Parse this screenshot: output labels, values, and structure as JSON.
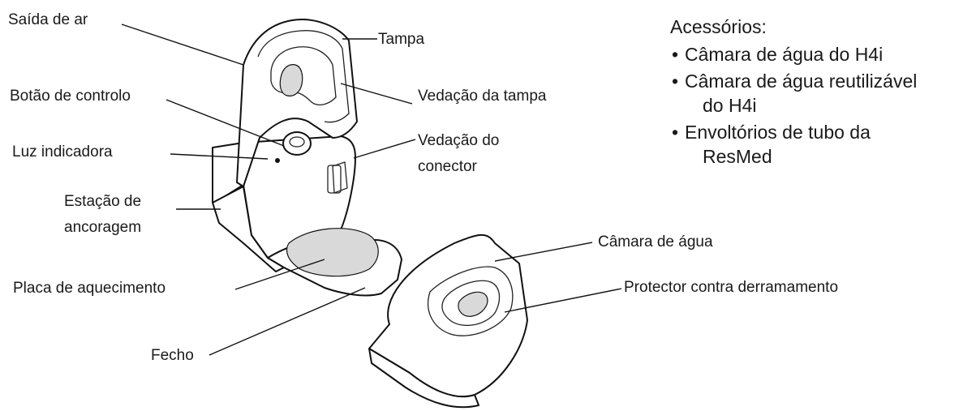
{
  "labels": {
    "saida_de_ar": "Saída de ar",
    "tampa": "Tampa",
    "botao_de_controlo": "Botão de controlo",
    "vedacao_da_tampa": "Vedação da tampa",
    "luz_indicadora": "Luz indicadora",
    "vedacao_do_conector_1": "Vedação do",
    "vedacao_do_conector_2": "conector",
    "estacao_1": "Estação de",
    "estacao_2": "ancoragem",
    "camara_de_agua": "Câmara de água",
    "placa_de_aquecimento": "Placa de aquecimento",
    "protector": "Protector contra derramamento",
    "fecho": "Fecho"
  },
  "accessories": {
    "title": "Acessórios:",
    "items": [
      {
        "line1": "Câmara de água do H4i",
        "line2": ""
      },
      {
        "line1": "Câmara de água reutilizável",
        "line2": "do H4i"
      },
      {
        "line1": "Envoltórios de tubo da",
        "line2": "ResMed"
      }
    ]
  }
}
